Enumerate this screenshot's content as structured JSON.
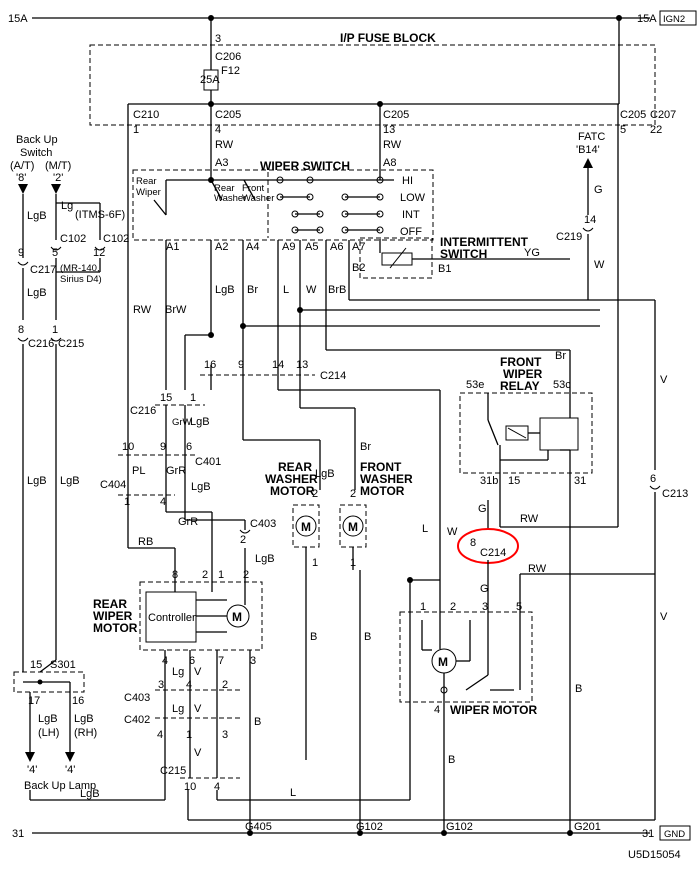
{
  "rails": {
    "top_left": "15A",
    "top_right": "15A",
    "top_right_tag": "IGN2",
    "bottom_left": "31",
    "bottom_right": "31",
    "bottom_right_tag": "GND"
  },
  "fuse_block": {
    "title": "I/P FUSE BLOCK",
    "fuse_pin": "3",
    "connector": "C206",
    "fuse_name": "F12",
    "fuse_rating": "25A",
    "left_conn": "C210",
    "left_pin": "1",
    "c205_a": "C205",
    "c205_a_pin": "4",
    "c205_b": "C205",
    "c205_b_pin": "13",
    "c205_c": "C205",
    "c205_c_pin": "5",
    "c207": "C207",
    "c207_pin": "22"
  },
  "wiper_switch": {
    "title": "WIPER SWITCH",
    "rear_wiper": [
      "Rear",
      "Wiper"
    ],
    "rear_washer": [
      "Rear",
      "Washer"
    ],
    "front_washer": [
      "Front",
      "Washer"
    ],
    "positions": [
      "HI",
      "LOW",
      "INT",
      "OFF"
    ],
    "pins_top": [
      "A3",
      "A8"
    ],
    "pins_bottom": [
      "A1",
      "A2",
      "A4",
      "A9",
      "A5",
      "A6",
      "A7"
    ],
    "intermittent": [
      "INTERMITTENT",
      "SWITCH"
    ],
    "b1": "B1",
    "b2": "B2"
  },
  "backup_switch": {
    "title": [
      "Back Up",
      "Switch"
    ],
    "at": "(A/T)",
    "mt": "(M/T)",
    "pin_at": "'8'",
    "pin_mt": "'2'",
    "itms": "(ITMS-6F)",
    "c102_pin_a": "5",
    "c102_a": "C102",
    "c102_b": "C102",
    "c102_pin_b": "12",
    "c217_pin": "9",
    "c217": "C217",
    "c217_note": [
      "(MR-140,",
      "Sirius D4)"
    ],
    "c216_pin": "8",
    "c216": "C216",
    "c215_pin": "1",
    "c215": "C215"
  },
  "fatc": {
    "label": "FATC",
    "pin": "'B14'",
    "c219_pin": "14",
    "c219": "C219"
  },
  "c214": {
    "label": "C214",
    "pins": [
      "16",
      "9",
      "14",
      "13"
    ]
  },
  "c216_lower": {
    "label": "C216",
    "pins": [
      "15",
      "1"
    ]
  },
  "c401": {
    "label": "C401",
    "pins": [
      "10",
      "9",
      "6"
    ]
  },
  "c404": {
    "label": "C404",
    "pins": [
      "1",
      "4"
    ]
  },
  "c403_upper": {
    "label": "C403",
    "pin": "2"
  },
  "rear_washer_motor": {
    "title": [
      "REAR",
      "WASHER",
      "MOTOR"
    ],
    "pins": [
      "2",
      "1"
    ]
  },
  "front_washer_motor": {
    "title": [
      "FRONT",
      "WASHER",
      "MOTOR"
    ],
    "pins": [
      "2",
      "1"
    ]
  },
  "front_relay": {
    "title": [
      "FRONT",
      "WIPER",
      "RELAY"
    ],
    "pins": [
      "53e",
      "53c",
      "31b",
      "15",
      "31"
    ]
  },
  "c213": {
    "label": "C213",
    "pin": "6"
  },
  "c214_marked": {
    "label": "C214",
    "pin": "8"
  },
  "rear_wiper_motor": {
    "title": [
      "REAR",
      "WIPER",
      "MOTOR"
    ],
    "controller": "Controller",
    "pins_top": [
      "8",
      "2",
      "1",
      "2"
    ],
    "pins_bottom": [
      "4",
      "6",
      "7",
      "3"
    ]
  },
  "wiper_motor": {
    "title": "WIPER MOTOR",
    "pins": [
      "1",
      "2",
      "3",
      "5",
      "4"
    ]
  },
  "s301": {
    "label": "S301",
    "pins": [
      "15",
      "17",
      "16"
    ]
  },
  "backup_lamp": {
    "lh": [
      "LgB",
      "(LH)"
    ],
    "rh": [
      "LgB",
      "(RH)"
    ],
    "pins": [
      "'4'",
      "'4'"
    ],
    "title": "Back Up Lamp"
  },
  "lower_connectors": {
    "c403": "C403",
    "c402": "C402",
    "c215": "C215",
    "c403_pins": [
      "3",
      "4",
      "2"
    ],
    "c402_pins": [
      "4",
      "1",
      "3"
    ],
    "c215_pins": [
      "10",
      "4"
    ]
  },
  "motor_symbol": "M",
  "grounds": [
    "G405",
    "G102",
    "G102",
    "G201"
  ],
  "code": "U5D15054",
  "wire_colors": {
    "rw_left": "RW",
    "brw": "BrW",
    "lgb1": "LgB",
    "br1": "Br",
    "l1": "L",
    "w1": "W",
    "brb": "BrB",
    "rw_a3": "RW",
    "rw_a8": "RW",
    "lg_sw": "Lg",
    "lgb_sw": "LgB",
    "lgb_217": "LgB",
    "yg": "YG",
    "g_fatc": "G",
    "w_fatc": "W",
    "grw": "GrW",
    "lgb_c401": "LgB",
    "lgb_c401b": "LgB",
    "pl": "PL",
    "grr": "GrR",
    "grr2": "GrR",
    "rb": "RB",
    "lgb_c403": "LgB",
    "lgb_left": "LgB",
    "lgb_left2": "LgB",
    "lgb_rear_wm": "LgB",
    "br_fw": "Br",
    "l_mid": "L",
    "w_mid": "W",
    "br_relay": "Br",
    "g_relay": "G",
    "rw_relay": "RW",
    "rw_mid": "RW",
    "v_right": "V",
    "v_right2": "V",
    "g_wm": "G",
    "b_right": "B",
    "b_rwm": "B",
    "b_fwm": "B",
    "b_wm": "B",
    "lg_a": "Lg",
    "v_a": "V",
    "lg_b": "Lg",
    "v_b": "V",
    "v_c": "V",
    "b_rear": "B",
    "l_bottom": "L",
    "lgb_bottom": "LgB"
  }
}
